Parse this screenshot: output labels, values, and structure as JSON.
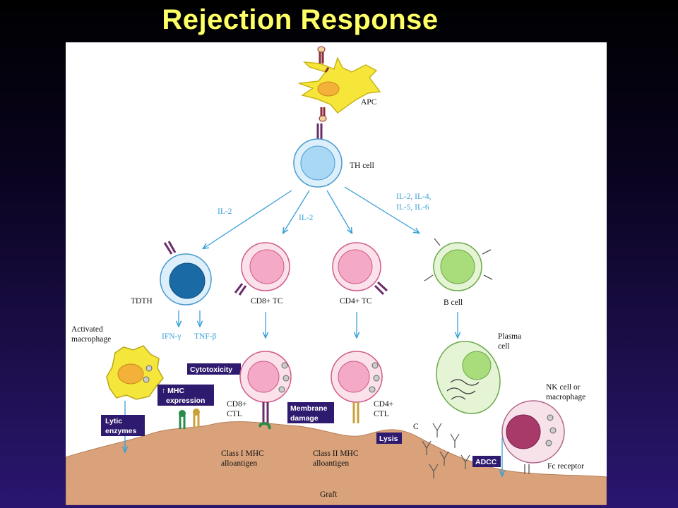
{
  "title": "Rejection Response",
  "labels": {
    "apc": "APC",
    "th_cell": "TH cell",
    "il2_left": "IL-2",
    "il2_mid": "IL-2",
    "cytokines_line1": "IL-2, IL-4,",
    "cytokines_line2": "IL-5, IL-6",
    "tdth": "TDTH",
    "cd8_tc": "CD8+ TC",
    "cd4_tc": "CD4+ TC",
    "b_cell": "B cell",
    "activated_macrophage_line1": "Activated",
    "activated_macrophage_line2": "macrophage",
    "ifn_gamma": "IFN-γ",
    "tnf_beta": "TNF-β",
    "plasma_cell_line1": "Plasma",
    "plasma_cell_line2": "cell",
    "cd8_ctl_line1": "CD8+",
    "cd8_ctl_line2": "CTL",
    "cd4_ctl_line1": "CD4+",
    "cd4_ctl_line2": "CTL",
    "complement": "C",
    "nk_line1": "NK cell or",
    "nk_line2": "macrophage",
    "class1_line1": "Class I MHC",
    "class1_line2": "alloantigen",
    "class2_line1": "Class II MHC",
    "class2_line2": "alloantigen",
    "fc_receptor": "Fc receptor",
    "graft": "Graft"
  },
  "boxes": {
    "cytotoxicity": "Cytotoxicity",
    "mhc_line1": "↑ MHC",
    "mhc_line2": "expression",
    "lytic_line1": "Lytic",
    "lytic_line2": "enzymes",
    "membrane_line1": "Membrane",
    "membrane_line2": "damage",
    "lysis": "Lysis",
    "adcc": "ADCC"
  },
  "colors": {
    "title": "#ffff66",
    "box_fill": "#2e1a6e",
    "arrow": "#3aa0d8",
    "graft": "#d9a27a"
  }
}
